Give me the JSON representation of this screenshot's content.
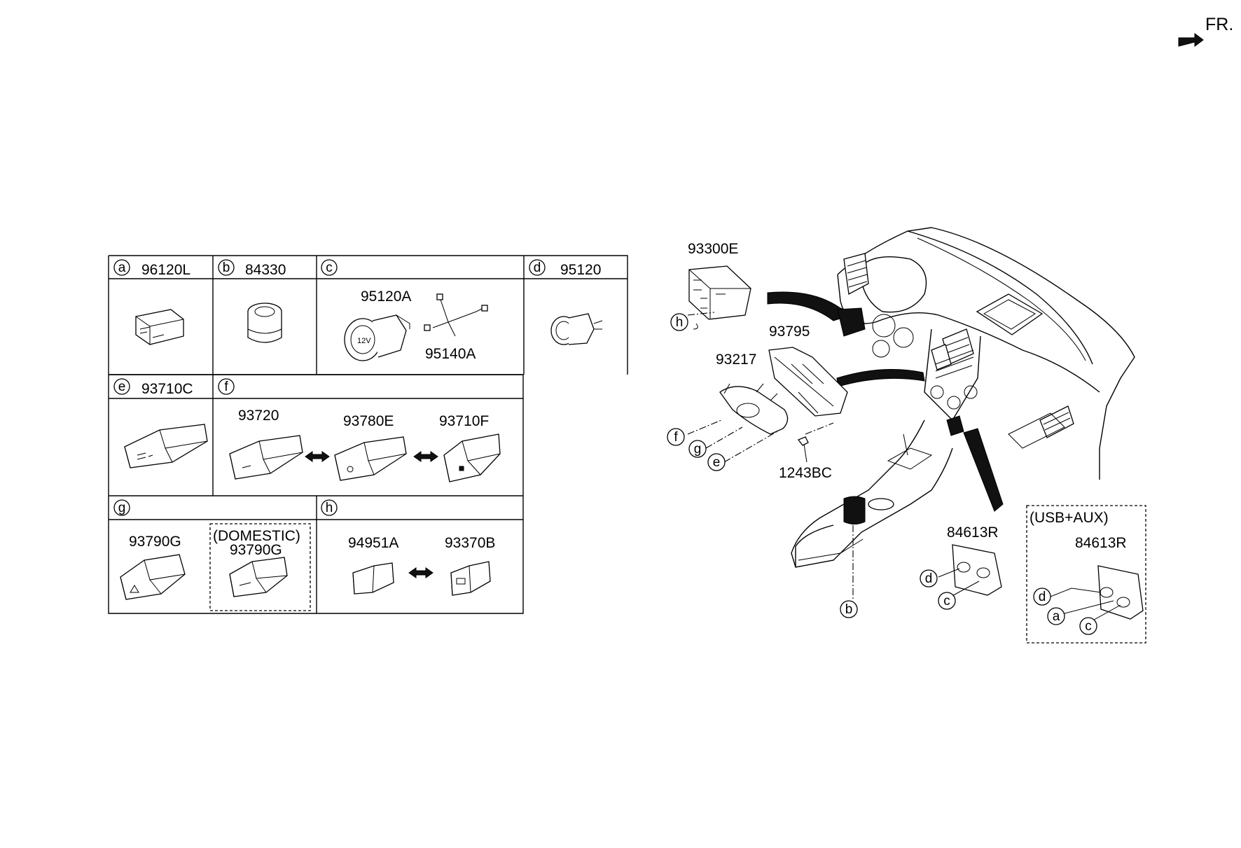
{
  "orientation_label": "FR.",
  "table": {
    "cells": {
      "a": {
        "letter": "a",
        "part": "96120L"
      },
      "b": {
        "letter": "b",
        "part": "84330"
      },
      "c": {
        "letter": "c",
        "part_socket": "95120A",
        "part_wire": "95140A"
      },
      "d": {
        "letter": "d",
        "part": "95120"
      },
      "e": {
        "letter": "e",
        "part": "93710C"
      },
      "f": {
        "letter": "f",
        "parts": [
          "93720",
          "93780E",
          "93710F"
        ]
      },
      "g": {
        "letter": "g",
        "part": "93790G",
        "domestic_note": "(DOMESTIC)",
        "domestic_part": "93790G"
      },
      "h": {
        "letter": "h",
        "parts": [
          "94951A",
          "93370B"
        ]
      }
    }
  },
  "main": {
    "parts": {
      "switch_panel": "93300E",
      "bracket": "93795",
      "garnish": "93217",
      "screw": "1243BC",
      "jack_assy": "84613R",
      "jack_assy_usb": "84613R"
    },
    "usb_aux_note": "(USB+AUX)",
    "callouts": [
      "h",
      "f",
      "g",
      "e",
      "b",
      "d",
      "c",
      "d",
      "a",
      "c"
    ]
  },
  "icons": [
    "arrow-forward-icon",
    "double-arrow-icon",
    "hazard-triangle-icon",
    "socket-12v-icon"
  ]
}
